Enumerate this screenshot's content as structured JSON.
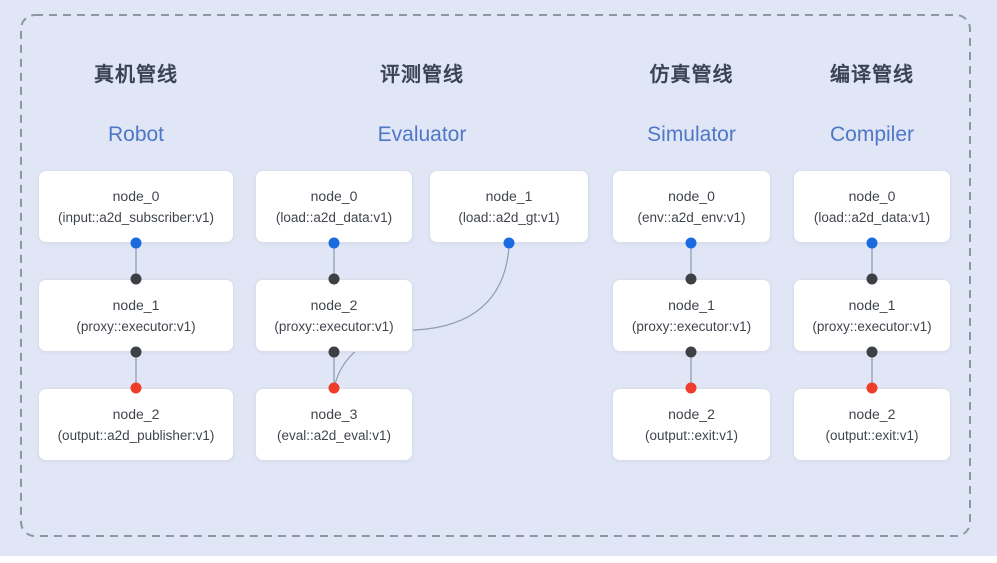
{
  "canvas": {
    "background_color": "#e0e6f6",
    "frame_dash_color": "#8e95a3"
  },
  "colors": {
    "edge": "#95a0b4",
    "port_blue": "#1a6be0",
    "port_dark": "#3d4045",
    "port_red": "#ee3d2a",
    "card_bg": "#ffffff",
    "card_border": "#d9dee8",
    "title_zh": "#3c4352",
    "title_en": "#4f77c7"
  },
  "pipelines": [
    {
      "title_zh": "真机管线",
      "title_en": "Robot",
      "nodes": [
        {
          "name": "node_0",
          "type": "(input::a2d_subscriber:v1)"
        },
        {
          "name": "node_1",
          "type": "(proxy::executor:v1)"
        },
        {
          "name": "node_2",
          "type": "(output::a2d_publisher:v1)"
        }
      ]
    },
    {
      "title_zh": "评测管线",
      "title_en": "Evaluator",
      "nodes": [
        {
          "name": "node_0",
          "type": "(load::a2d_data:v1)"
        },
        {
          "name": "node_1",
          "type": "(load::a2d_gt:v1)"
        },
        {
          "name": "node_2",
          "type": "(proxy::executor:v1)"
        },
        {
          "name": "node_3",
          "type": "(eval::a2d_eval:v1)"
        }
      ]
    },
    {
      "title_zh": "仿真管线",
      "title_en": "Simulator",
      "nodes": [
        {
          "name": "node_0",
          "type": "(env::a2d_env:v1)"
        },
        {
          "name": "node_1",
          "type": "(proxy::executor:v1)"
        },
        {
          "name": "node_2",
          "type": "(output::exit:v1)"
        }
      ]
    },
    {
      "title_zh": "编译管线",
      "title_en": "Compiler",
      "nodes": [
        {
          "name": "node_0",
          "type": "(load::a2d_data:v1)"
        },
        {
          "name": "node_1",
          "type": "(proxy::executor:v1)"
        },
        {
          "name": "node_2",
          "type": "(output::exit:v1)"
        }
      ]
    }
  ]
}
